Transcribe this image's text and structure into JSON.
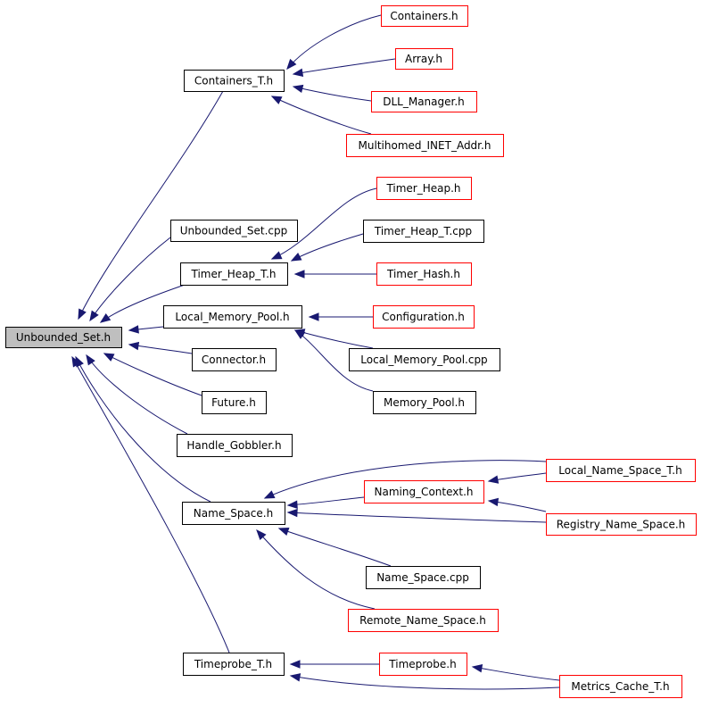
{
  "colors": {
    "root_fill": "#bfbfbf",
    "normal_fill": "#ffffff",
    "border_black": "#000000",
    "border_red": "#ff0000",
    "edge": "#191970"
  },
  "nodes": [
    {
      "id": "unbounded_set_h",
      "label": "Unbounded_Set.h",
      "style": "root"
    },
    {
      "id": "containers_t_h",
      "label": "Containers_T.h",
      "style": "black"
    },
    {
      "id": "containers_h",
      "label": "Containers.h",
      "style": "red"
    },
    {
      "id": "array_h",
      "label": "Array.h",
      "style": "red"
    },
    {
      "id": "dll_manager_h",
      "label": "DLL_Manager.h",
      "style": "red"
    },
    {
      "id": "multihomed_inet_addr_h",
      "label": "Multihomed_INET_Addr.h",
      "style": "red"
    },
    {
      "id": "timer_heap_h",
      "label": "Timer_Heap.h",
      "style": "red"
    },
    {
      "id": "unbounded_set_cpp",
      "label": "Unbounded_Set.cpp",
      "style": "black"
    },
    {
      "id": "timer_heap_t_cpp",
      "label": "Timer_Heap_T.cpp",
      "style": "black"
    },
    {
      "id": "timer_heap_t_h",
      "label": "Timer_Heap_T.h",
      "style": "black"
    },
    {
      "id": "timer_hash_h",
      "label": "Timer_Hash.h",
      "style": "red"
    },
    {
      "id": "local_memory_pool_h",
      "label": "Local_Memory_Pool.h",
      "style": "black"
    },
    {
      "id": "configuration_h",
      "label": "Configuration.h",
      "style": "red"
    },
    {
      "id": "local_memory_pool_cpp",
      "label": "Local_Memory_Pool.cpp",
      "style": "black"
    },
    {
      "id": "connector_h",
      "label": "Connector.h",
      "style": "black"
    },
    {
      "id": "memory_pool_h",
      "label": "Memory_Pool.h",
      "style": "black"
    },
    {
      "id": "future_h",
      "label": "Future.h",
      "style": "black"
    },
    {
      "id": "handle_gobbler_h",
      "label": "Handle_Gobbler.h",
      "style": "black"
    },
    {
      "id": "local_name_space_t_h",
      "label": "Local_Name_Space_T.h",
      "style": "red"
    },
    {
      "id": "naming_context_h",
      "label": "Naming_Context.h",
      "style": "red"
    },
    {
      "id": "name_space_h",
      "label": "Name_Space.h",
      "style": "black"
    },
    {
      "id": "registry_name_space_h",
      "label": "Registry_Name_Space.h",
      "style": "red"
    },
    {
      "id": "name_space_cpp",
      "label": "Name_Space.cpp",
      "style": "black"
    },
    {
      "id": "remote_name_space_h",
      "label": "Remote_Name_Space.h",
      "style": "red"
    },
    {
      "id": "timeprobe_t_h",
      "label": "Timeprobe_T.h",
      "style": "black"
    },
    {
      "id": "timeprobe_h",
      "label": "Timeprobe.h",
      "style": "red"
    },
    {
      "id": "metrics_cache_t_h",
      "label": "Metrics_Cache_T.h",
      "style": "red"
    }
  ],
  "edges": [
    {
      "from": "containers_t_h",
      "to": "unbounded_set_h"
    },
    {
      "from": "unbounded_set_cpp",
      "to": "unbounded_set_h"
    },
    {
      "from": "timer_heap_t_h",
      "to": "unbounded_set_h"
    },
    {
      "from": "local_memory_pool_h",
      "to": "unbounded_set_h"
    },
    {
      "from": "connector_h",
      "to": "unbounded_set_h"
    },
    {
      "from": "future_h",
      "to": "unbounded_set_h"
    },
    {
      "from": "handle_gobbler_h",
      "to": "unbounded_set_h"
    },
    {
      "from": "name_space_h",
      "to": "unbounded_set_h"
    },
    {
      "from": "timeprobe_t_h",
      "to": "unbounded_set_h"
    },
    {
      "from": "containers_h",
      "to": "containers_t_h"
    },
    {
      "from": "array_h",
      "to": "containers_t_h"
    },
    {
      "from": "dll_manager_h",
      "to": "containers_t_h"
    },
    {
      "from": "multihomed_inet_addr_h",
      "to": "containers_t_h"
    },
    {
      "from": "timer_heap_h",
      "to": "timer_heap_t_h"
    },
    {
      "from": "timer_heap_t_cpp",
      "to": "timer_heap_t_h"
    },
    {
      "from": "timer_hash_h",
      "to": "timer_heap_t_h"
    },
    {
      "from": "configuration_h",
      "to": "local_memory_pool_h"
    },
    {
      "from": "local_memory_pool_cpp",
      "to": "local_memory_pool_h"
    },
    {
      "from": "memory_pool_h",
      "to": "local_memory_pool_h"
    },
    {
      "from": "local_name_space_t_h",
      "to": "name_space_h"
    },
    {
      "from": "local_name_space_t_h",
      "to": "naming_context_h"
    },
    {
      "from": "naming_context_h",
      "to": "name_space_h"
    },
    {
      "from": "registry_name_space_h",
      "to": "naming_context_h"
    },
    {
      "from": "registry_name_space_h",
      "to": "name_space_h"
    },
    {
      "from": "name_space_cpp",
      "to": "name_space_h"
    },
    {
      "from": "remote_name_space_h",
      "to": "name_space_h"
    },
    {
      "from": "timeprobe_h",
      "to": "timeprobe_t_h"
    },
    {
      "from": "metrics_cache_t_h",
      "to": "timeprobe_h"
    },
    {
      "from": "metrics_cache_t_h",
      "to": "timeprobe_t_h"
    }
  ]
}
